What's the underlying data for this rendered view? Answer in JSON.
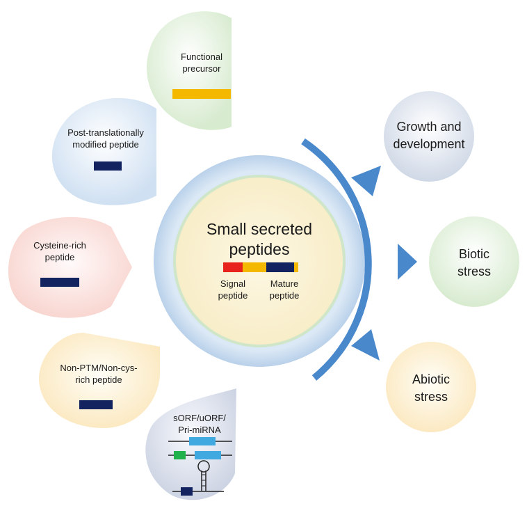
{
  "center": {
    "title_line1": "Small secreted",
    "title_line2": "peptides",
    "signal_line1": "Signal",
    "signal_line2": "peptide",
    "mature_line1": "Mature",
    "mature_line2": "peptide"
  },
  "peptide_types": [
    {
      "line1": "Functional",
      "line2": "precursor",
      "bar_color": "#f5b800"
    },
    {
      "line1": "Post-translationally",
      "line2": "modified peptide",
      "bar_color": "#13235f"
    },
    {
      "line1": "Cysteine-rich",
      "line2": "peptide",
      "bar_color": "#13235f"
    },
    {
      "line1": "Non-PTM/Non-cys-",
      "line2": "rich peptide",
      "bar_color": "#13235f"
    },
    {
      "line1": "sORF/uORF/",
      "line2": "Pri-miRNA",
      "bar_color": "#13235f"
    }
  ],
  "functions": [
    {
      "line1": "Growth and",
      "line2": "development"
    },
    {
      "line1": "Biotic",
      "line2": "stress"
    },
    {
      "line1": "Abiotic",
      "line2": "stress"
    }
  ],
  "colors": {
    "arc": "#4a88cc",
    "outer_ring": "#cfe0f1",
    "inner_fill": "#fbf3d8",
    "signal": "#e8231b",
    "propeptide": "#f5b800",
    "mature": "#13235f",
    "gene_box": "#3fa9e0",
    "gene_green": "#22b24c"
  }
}
